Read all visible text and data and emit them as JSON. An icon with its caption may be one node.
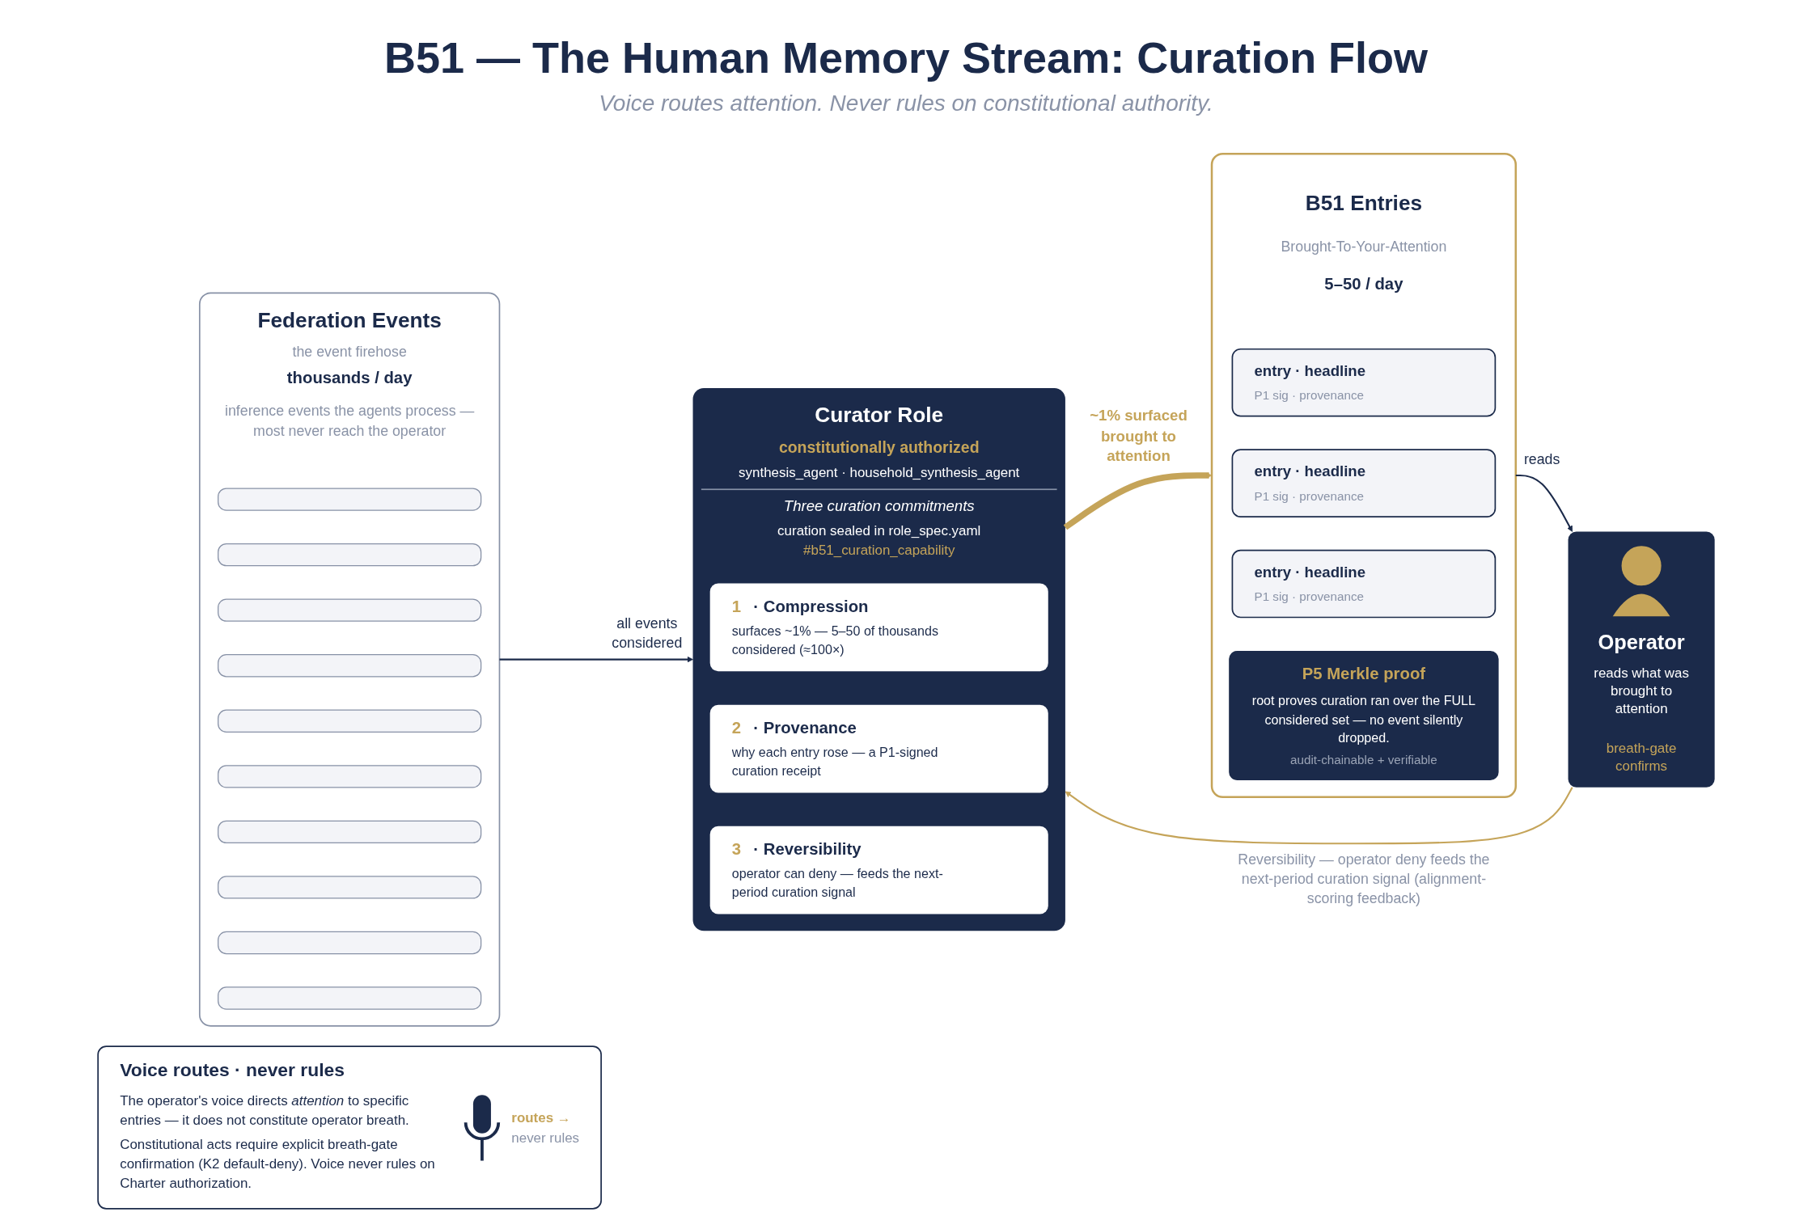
{
  "diagram": {
    "title": "B51 — The Human Memory Stream: Curation Flow",
    "nodes": [
      {
        "text": [
          "Federation Events",
          "the event firehose",
          "thousands / day",
          "inference events the agents process — most never reach the operator"
        ]
      },
      {
        "text": [],
        "shape": "bar",
        "in": 0
      },
      {
        "text": [],
        "shape": "bar",
        "in": 0
      },
      {
        "text": [],
        "shape": "bar",
        "in": 0
      },
      {
        "text": [],
        "shape": "bar",
        "in": 0
      },
      {
        "text": [],
        "shape": "bar",
        "in": 0
      },
      {
        "text": [],
        "shape": "bar",
        "in": 0
      },
      {
        "text": [],
        "shape": "bar",
        "in": 0
      },
      {
        "text": [],
        "shape": "bar",
        "in": 0
      },
      {
        "text": [],
        "shape": "bar",
        "in": 0
      },
      {
        "text": [],
        "shape": "bar",
        "in": 0
      },
      {
        "text": [
          "Curator Role",
          "constitutionally authorized",
          "synthesis_agent · household_synthesis_agent",
          "Three curation commitments",
          "curation sealed in role_spec.yaml",
          "#b51_curation_capability"
        ]
      },
      {
        "text": [
          "1",
          "· Compression",
          "surfaces ~1% — 5–50 of thousands considered (≈100×)"
        ],
        "in": 11
      },
      {
        "text": [
          "2",
          "· Provenance",
          "why each entry rose — a P1-signed curation receipt"
        ],
        "in": 11
      },
      {
        "text": [
          "3",
          "· Reversibility",
          "operator can deny — feeds the next-period curation signal"
        ],
        "in": 11
      },
      {
        "text": [
          "B51 Entries",
          "Brought-To-Your-Attention",
          "5–50 / day"
        ]
      },
      {
        "text": [
          "entry · headline",
          "P1 sig · provenance"
        ],
        "in": 15
      },
      {
        "text": [
          "entry · headline",
          "P1 sig · provenance"
        ],
        "in": 15
      },
      {
        "text": [
          "entry · headline",
          "P1 sig · provenance"
        ],
        "in": 15
      },
      {
        "text": [
          "P5 Merkle proof",
          "root proves curation ran over the FULL considered set — no event silently dropped.",
          "audit-chainable + verifiable"
        ],
        "in": 15
      },
      {
        "text": [
          "Operator",
          "reads what was brought to attention",
          "breath-gate confirms"
        ]
      },
      {
        "text": [
          "Voice routes · never rules",
          "The operator's voice directs *attention* to specific entries — it does not constitute operator breath.",
          "Constitutional acts require explicit breath-gate confirmation (K2 default-deny). Voice never rules on Charter authorization.",
          "routes →",
          "never rules"
        ]
      }
    ],
    "edges": [
      {
        "from": 0,
        "to": 11,
        "arrow": "to",
        "label": "all events considered"
      },
      {
        "from": 11,
        "to": 15,
        "arrow": "to",
        "label": "~1% surfaced brought to attention",
        "style": "thick",
        "color": "#c5a459"
      },
      {
        "from": 15,
        "to": 20,
        "arrow": "to",
        "label": "reads"
      },
      {
        "from": 20,
        "to": 11,
        "arrow": "to",
        "label": "Reversibility — operator deny feeds the next-period curation signal (alignment-scoring feedback)",
        "color": "#c5a459"
      }
    ],
    "labels": [
      "Voice routes attention. Never rules on constitutional authority."
    ]
  }
}
